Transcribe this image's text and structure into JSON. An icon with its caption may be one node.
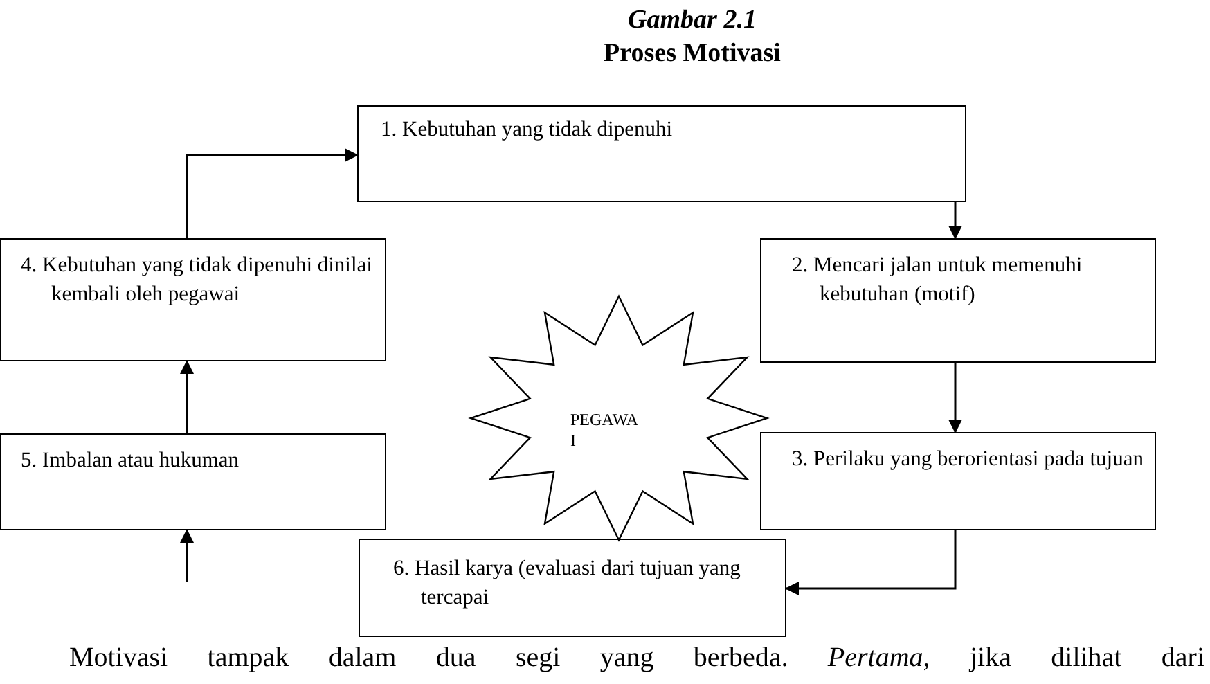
{
  "diagram": {
    "title": "Proses Motivasi",
    "nodes": [
      {
        "text": [
          "1. Kebutuhan yang tidak dipenuhi"
        ]
      },
      {
        "text": [
          "2. Mencari jalan untuk memenuhi kebutuhan (motif)"
        ]
      },
      {
        "text": [
          "3. Perilaku yang berorientasi pada tujuan"
        ]
      },
      {
        "text": [
          "6. Hasil karya (evaluasi dari tujuan yang tercapai"
        ]
      },
      {
        "text": [
          "5. Imbalan atau hukuman"
        ]
      },
      {
        "text": [
          "4. Kebutuhan yang tidak dipenuhi dinilai kembali oleh pegawai"
        ]
      },
      {
        "text": [
          "PEGAWAI"
        ]
      }
    ],
    "edges": [
      {
        "from": 0,
        "to": 1,
        "arrow": "to"
      },
      {
        "from": 1,
        "to": 2,
        "arrow": "to"
      },
      {
        "from": 2,
        "to": 3,
        "arrow": "to"
      },
      {
        "from": null,
        "to": 4,
        "arrow": "to"
      },
      {
        "from": 4,
        "to": 5,
        "arrow": "to"
      },
      {
        "from": 5,
        "to": 0,
        "arrow": "to"
      }
    ],
    "labels": [
      "Gambar 2.1",
      "Motivasi tampak dalam dua segi yang berbeda. *Pertama*, jika dilihat dari"
    ]
  }
}
